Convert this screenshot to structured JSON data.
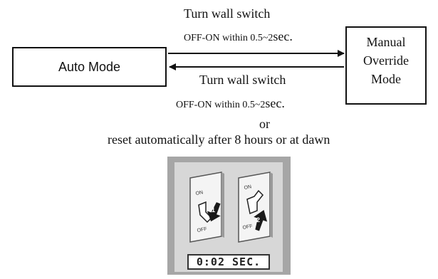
{
  "auto_mode": {
    "label": "Auto Mode"
  },
  "manual_mode": {
    "lines": [
      "Manual",
      "Override",
      "Mode"
    ]
  },
  "top_arrow": {
    "line1": "Turn wall switch",
    "line2_main": "OFF-ON within 0.5~2",
    "line2_unit": "sec."
  },
  "bottom_arrow": {
    "line1": "Turn wall switch",
    "line2_main": "OFF-ON within 0.5~2",
    "line2_unit": "sec."
  },
  "or_text": "or",
  "reset_text": "reset automatically after 8 hours or at dawn",
  "illustration": {
    "switch1": {
      "on_label": "ON",
      "off_label": "OFF",
      "step": "1"
    },
    "switch2": {
      "on_label": "ON",
      "off_label": "OFF",
      "step": "2"
    },
    "timer": "0:02 SEC."
  }
}
